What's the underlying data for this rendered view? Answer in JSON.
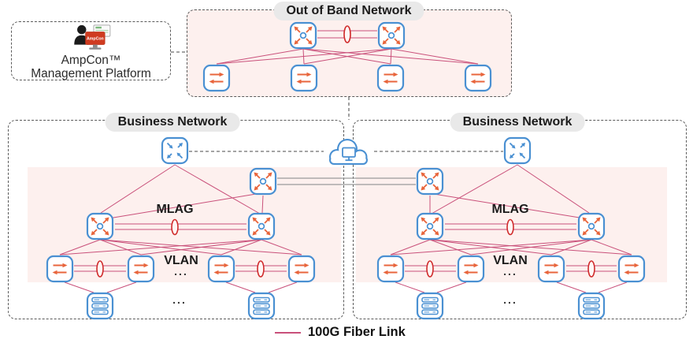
{
  "colors": {
    "link": "#c9507a",
    "ellipse": "#d02b2b",
    "icon_blue": "#4a90d2",
    "icon_orange": "#e8653c",
    "pink_bg": "#fdf0ee",
    "gray_link": "#9a9a9a"
  },
  "ampcon": {
    "icon_label": "AmpCon",
    "line1": "AmpCon™",
    "line2": "Management Platform"
  },
  "oob": {
    "title": "Out of Band Network"
  },
  "business_left": {
    "title": "Business Network",
    "mlag_label": "MLAG",
    "vlan_label": "VLAN",
    "vlan_dots": "...",
    "server_dots": "..."
  },
  "business_right": {
    "title": "Business Network",
    "mlag_label": "MLAG",
    "vlan_label": "VLAN",
    "vlan_dots": "...",
    "server_dots": "..."
  },
  "legend": {
    "label": "100G Fiber Link"
  }
}
